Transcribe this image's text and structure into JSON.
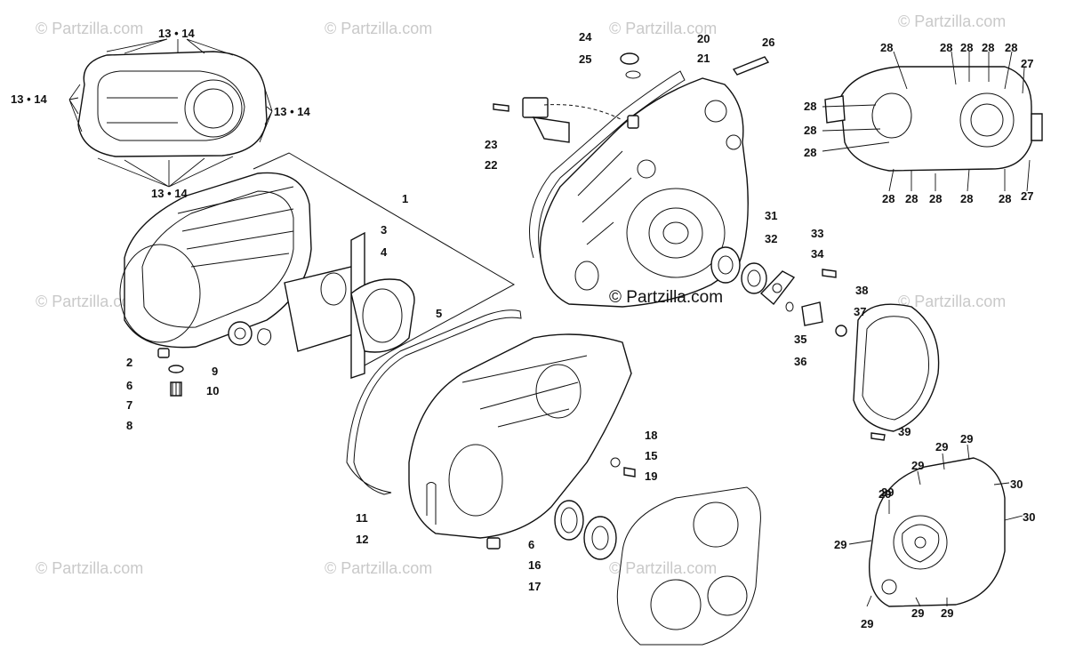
{
  "watermark_text": "© Partzilla.com",
  "center_watermark": "© Partzilla.com",
  "callouts": [
    "13 • 14",
    "13 • 14",
    "13 • 14",
    "13 • 14",
    "1",
    "2",
    "3",
    "4",
    "5",
    "6",
    "7",
    "8",
    "9",
    "10",
    "11",
    "12",
    "6",
    "15",
    "16",
    "17",
    "18",
    "19",
    "20",
    "21",
    "22",
    "23",
    "24",
    "25",
    "26",
    "27",
    "27",
    "28",
    "29",
    "30",
    "30",
    "31",
    "32",
    "33",
    "34",
    "35",
    "36",
    "37",
    "38",
    "39"
  ],
  "extra_28": [
    "28",
    "28",
    "28",
    "28",
    "28",
    "28",
    "28",
    "28",
    "28",
    "28",
    "28",
    "28"
  ],
  "extra_29": [
    "29",
    "29",
    "29",
    "29",
    "29",
    "29",
    "29",
    "29"
  ]
}
